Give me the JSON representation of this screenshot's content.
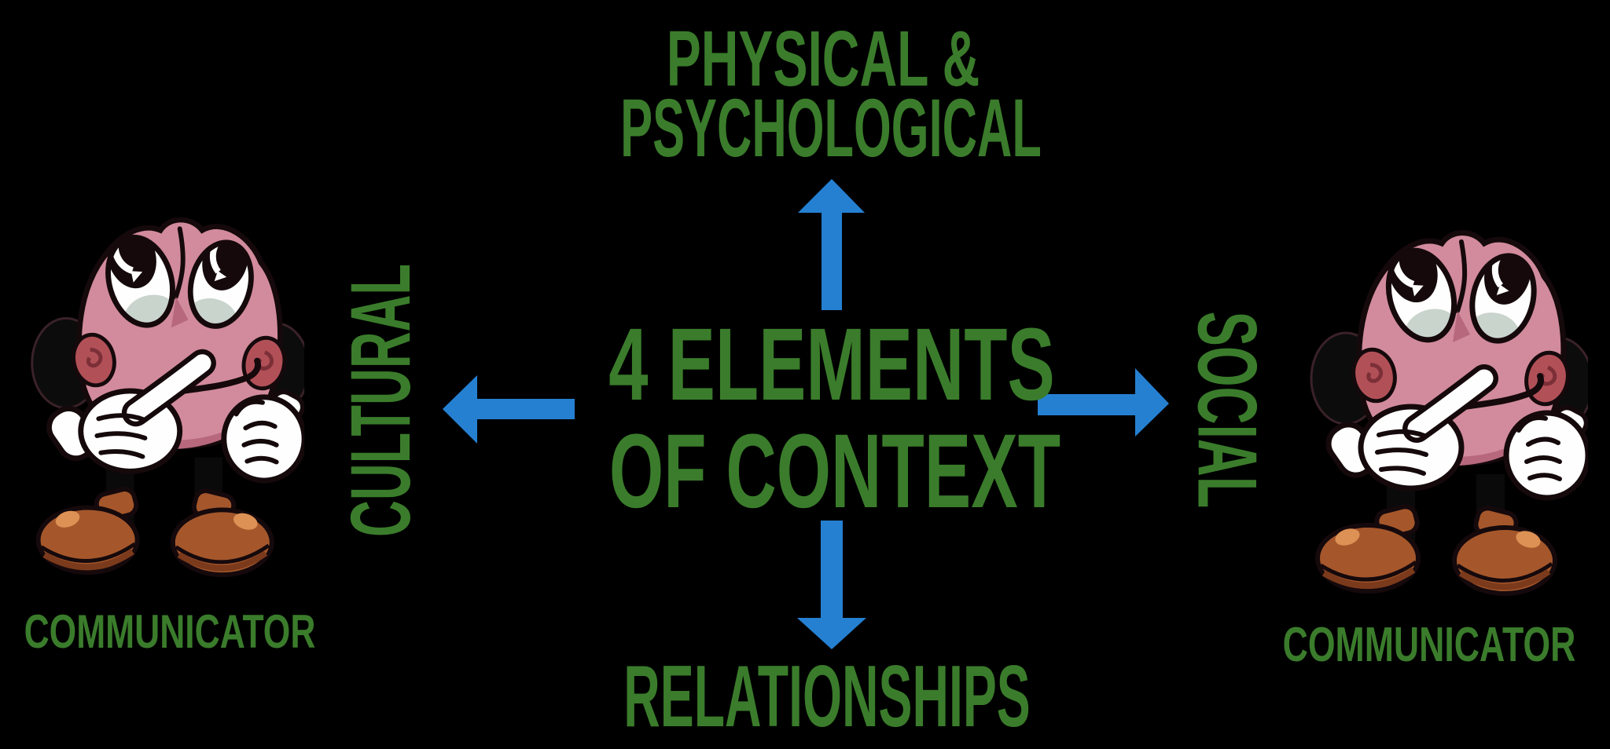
{
  "colors": {
    "background": "#000000",
    "text_green": "#3a7c2b",
    "arrow_blue": "#2580d2"
  },
  "center": {
    "line1": "4 ELEMENTS",
    "line2": "OF CONTEXT"
  },
  "elements": {
    "top": {
      "line1": "PHYSICAL &",
      "line2": "PSYCHOLOGICAL"
    },
    "left": {
      "label": "CULTURAL"
    },
    "right": {
      "label": "SOCIAL"
    },
    "bottom": {
      "label": "RELATIONSHIPS"
    }
  },
  "characters": {
    "left": {
      "caption": "COMMUNICATOR"
    },
    "right": {
      "caption": "COMMUNICATOR"
    }
  },
  "icons": {
    "arrow_up": "arrow-up-icon",
    "arrow_down": "arrow-down-icon",
    "arrow_left": "arrow-left-icon",
    "arrow_right": "arrow-right-icon",
    "character": "thinking-brain-character"
  }
}
